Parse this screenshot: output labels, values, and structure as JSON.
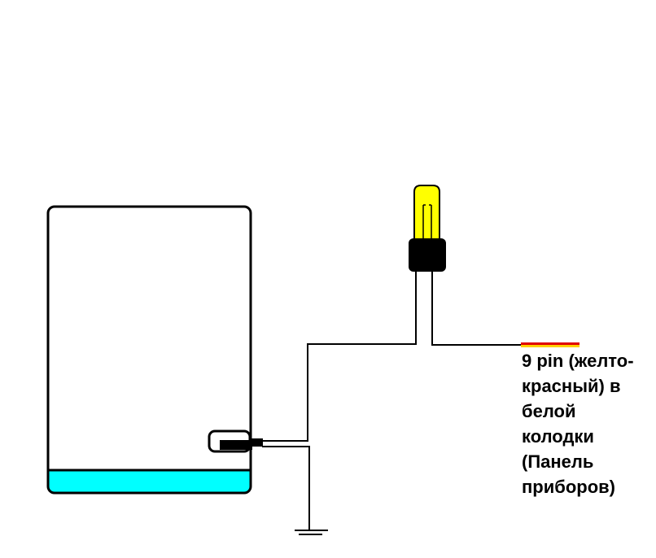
{
  "colors": {
    "water": "#00ffff",
    "bulb": "#ffff00",
    "wire_red": "#e00000",
    "wire_yellow": "#ffd000"
  },
  "label_lines": [
    "9 pin (желто-",
    "красный) в",
    "белой",
    "колодки",
    "(Панель",
    "приборов)"
  ]
}
